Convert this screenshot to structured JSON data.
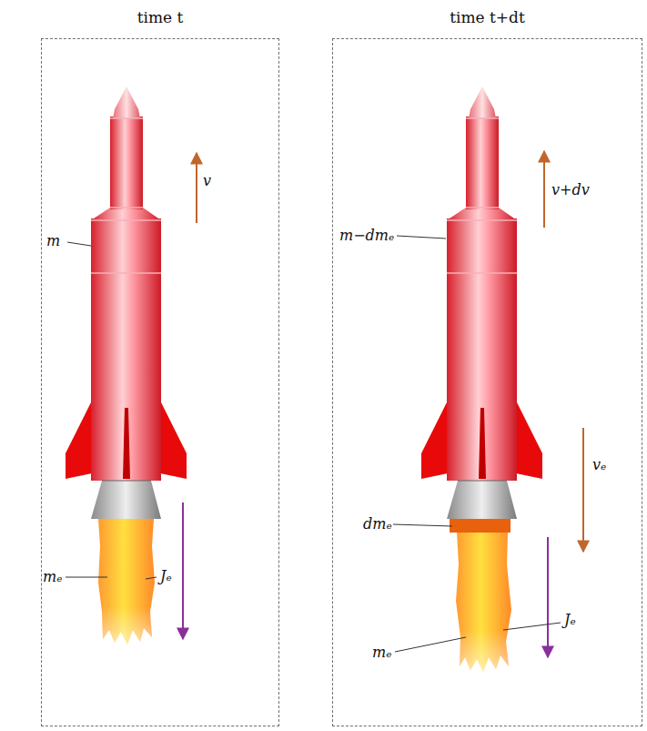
{
  "diagram": {
    "nodes": [
      {
        "text": [
          "time t"
        ]
      },
      {
        "text": [
          "time t+dt"
        ]
      }
    ],
    "labels": [
      "v",
      "m",
      "mₑ",
      "Jₑ",
      "v+dv",
      "m−dmₑ",
      "vₑ",
      "dmₑ",
      "mₑ",
      "Jₑ"
    ]
  }
}
